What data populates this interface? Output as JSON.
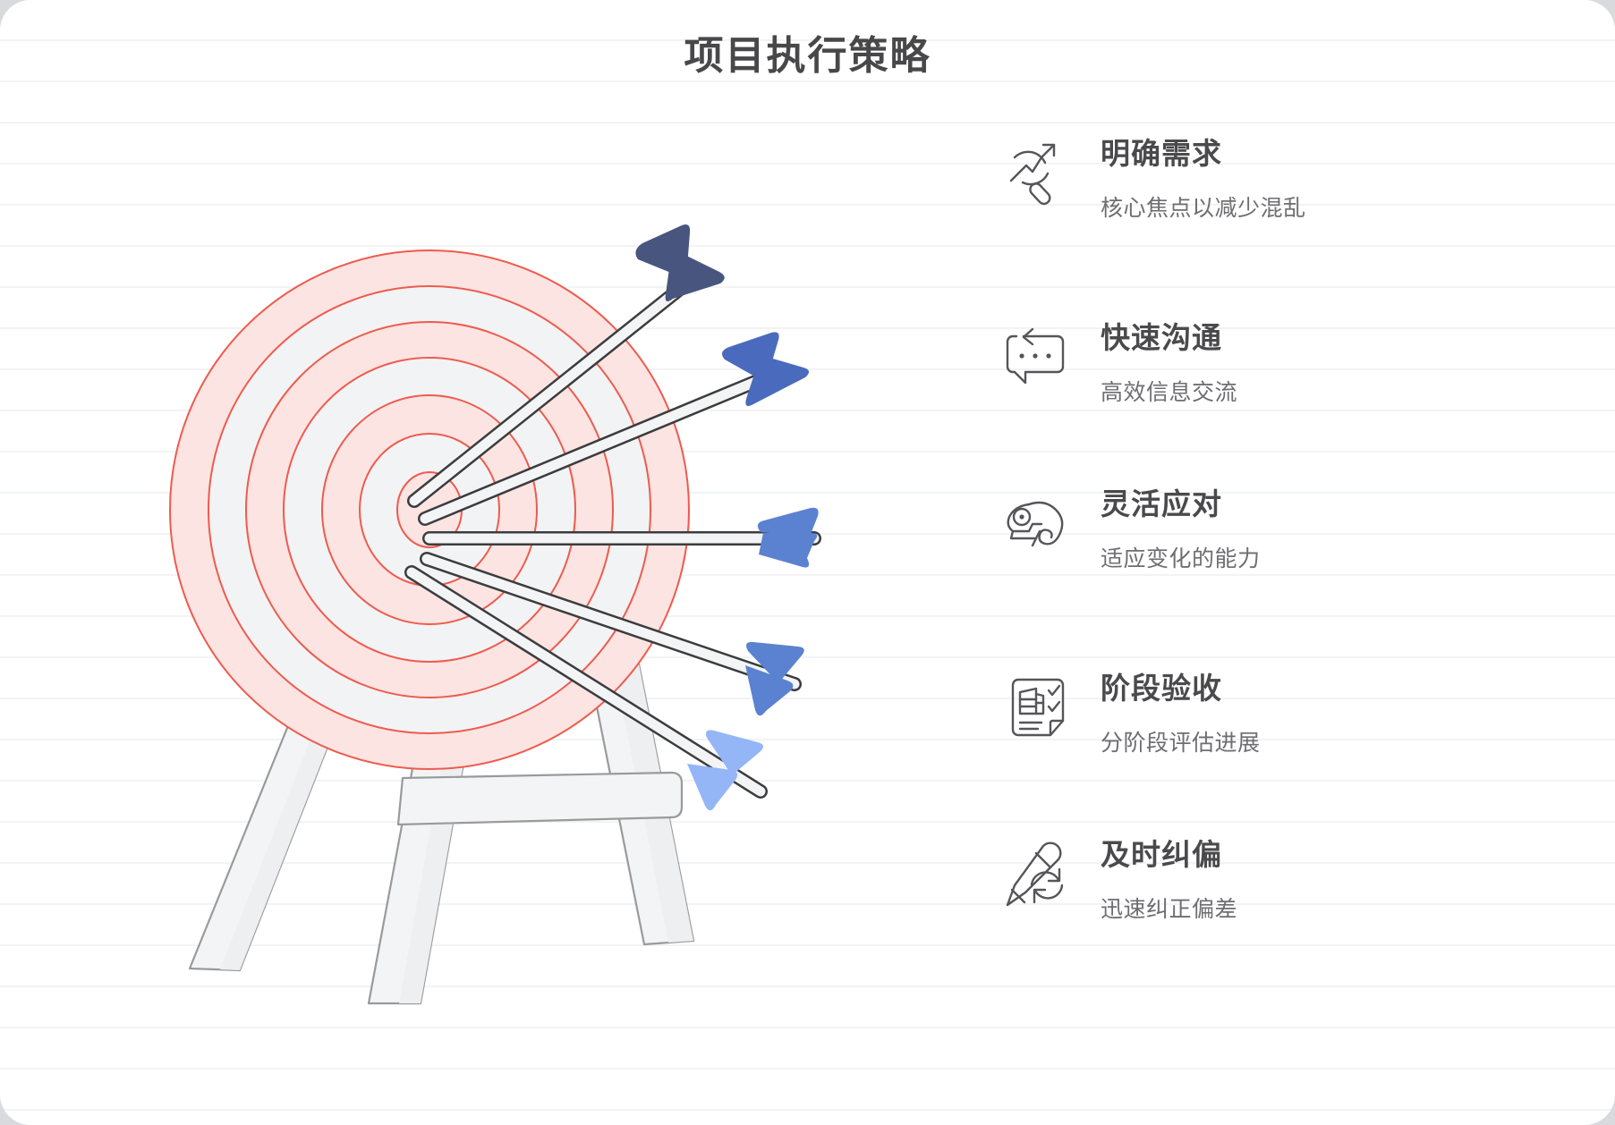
{
  "page": {
    "title": "项目执行策略",
    "background_color": "#ffffff",
    "rule_line_color": "#f2f3f5",
    "title_color": "#48484a"
  },
  "illustration": {
    "name": "archery-target-on-easel-with-arrows",
    "target": {
      "ring_fill_pink": "#fbe4e1",
      "ring_fill_light": "#f2f3f4",
      "ring_stroke": "#ee5b4f",
      "ring_count": 7
    },
    "easel": {
      "leg_fill": "#f3f4f5",
      "leg_stroke": "#9a9a9d",
      "leg_count": 3
    },
    "arrows": [
      {
        "name": "arrow-1",
        "fletching_color": "#47557f",
        "shaft_color": "#f3f4f5",
        "outline_color": "#3c3c3e"
      },
      {
        "name": "arrow-2",
        "fletching_color": "#4a6bbd",
        "shaft_color": "#f3f4f5",
        "outline_color": "#3c3c3e"
      },
      {
        "name": "arrow-3",
        "fletching_color": "#5b82d1",
        "shaft_color": "#f3f4f5",
        "outline_color": "#3c3c3e"
      },
      {
        "name": "arrow-4",
        "fletching_color": "#5b82d1",
        "shaft_color": "#f3f4f5",
        "outline_color": "#3c3c3e"
      },
      {
        "name": "arrow-5",
        "fletching_color": "#94b6f7",
        "shaft_color": "#f3f4f5",
        "outline_color": "#3c3c3e"
      }
    ]
  },
  "features": [
    {
      "icon": "magnifier-trend-arrow-icon",
      "title": "明确需求",
      "subtitle": "核心焦点以减少混乱"
    },
    {
      "icon": "speech-bubble-reply-icon",
      "title": "快速沟通",
      "subtitle": "高效信息交流"
    },
    {
      "icon": "chameleon-icon",
      "title": "灵活应对",
      "subtitle": "适应变化的能力"
    },
    {
      "icon": "checklist-document-icon",
      "title": "阶段验收",
      "subtitle": "分阶段评估进展"
    },
    {
      "icon": "pencil-refresh-icon",
      "title": "及时纠偏",
      "subtitle": "迅速纠正偏差"
    }
  ]
}
